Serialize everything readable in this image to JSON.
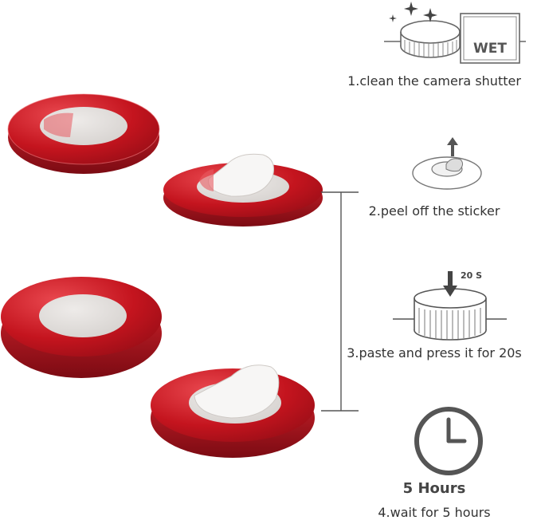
{
  "colors": {
    "disc_red": "#c0141f",
    "disc_red_dark": "#8a0d16",
    "disc_highlight": "#e35a5f",
    "pad": "#e4e1df",
    "line": "#555555",
    "icon_stroke": "#666666"
  },
  "steps": [
    {
      "label": "1.clean the camera shutter",
      "icon": "clean-shutter-icon",
      "badge": "WET"
    },
    {
      "label": "2.peel off the sticker",
      "icon": "peel-sticker-icon"
    },
    {
      "label": "3.paste and press it for 20s",
      "icon": "press-icon",
      "badge": "20 S"
    },
    {
      "label": "4.wait for 5 hours",
      "icon": "clock-icon",
      "badge": "5 Hours"
    }
  ]
}
